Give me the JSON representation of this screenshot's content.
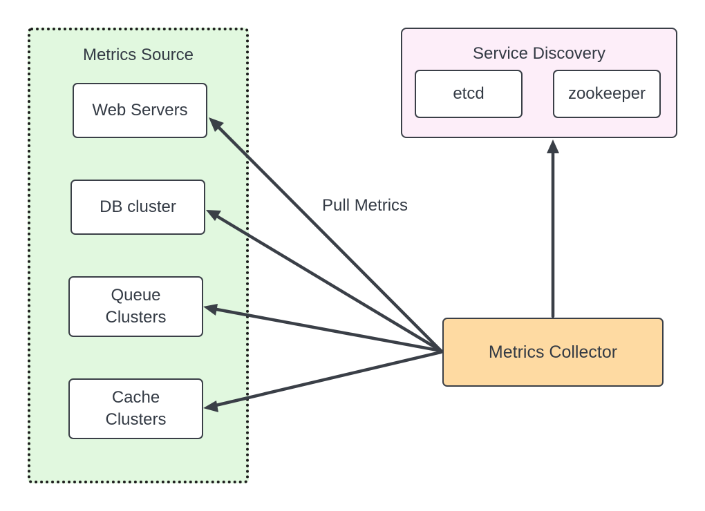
{
  "groups": {
    "metrics_source": {
      "label": "Metrics Source"
    },
    "service_discovery": {
      "label": "Service Discovery"
    }
  },
  "nodes": {
    "web_servers": "Web Servers",
    "db_cluster": "DB cluster",
    "queue_clusters": "Queue\nClusters",
    "cache_clusters": "Cache\nClusters",
    "etcd": "etcd",
    "zookeeper": "zookeeper",
    "metrics_collector": "Metrics Collector"
  },
  "edge_labels": {
    "pull_metrics": "Pull Metrics"
  },
  "colors": {
    "metrics_source_fill": "#e1f8df",
    "service_discovery_fill": "#fdeef9",
    "collector_fill": "#fedaa2",
    "stroke": "#3a3f47"
  }
}
